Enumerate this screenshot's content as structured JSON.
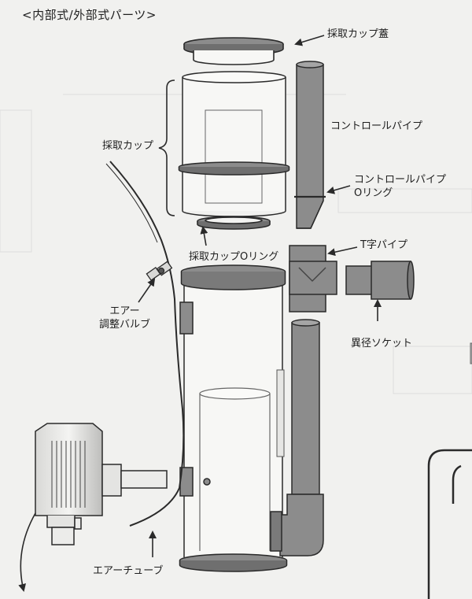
{
  "title": "<内部式/外部式パーツ>",
  "labels": {
    "cup_lid": "採取カップ蓋",
    "control_pipe": "コントロールパイプ",
    "collection_cup": "採取カップ",
    "control_pipe_oring_line1": "コントロールパイプ",
    "control_pipe_oring_line2": "Oリング",
    "cup_oring": "採取カップOリング",
    "t_pipe": "T字パイプ",
    "air_valve_line1": "エアー",
    "air_valve_line2": "調整バルブ",
    "reducer_socket": "異径ソケット",
    "air_tube": "エアーチューブ"
  },
  "colors": {
    "paper": "#f1f1ef",
    "line": "#2a2a2a",
    "grey_part": "#8c8c8c",
    "dark_ring": "#555555"
  }
}
